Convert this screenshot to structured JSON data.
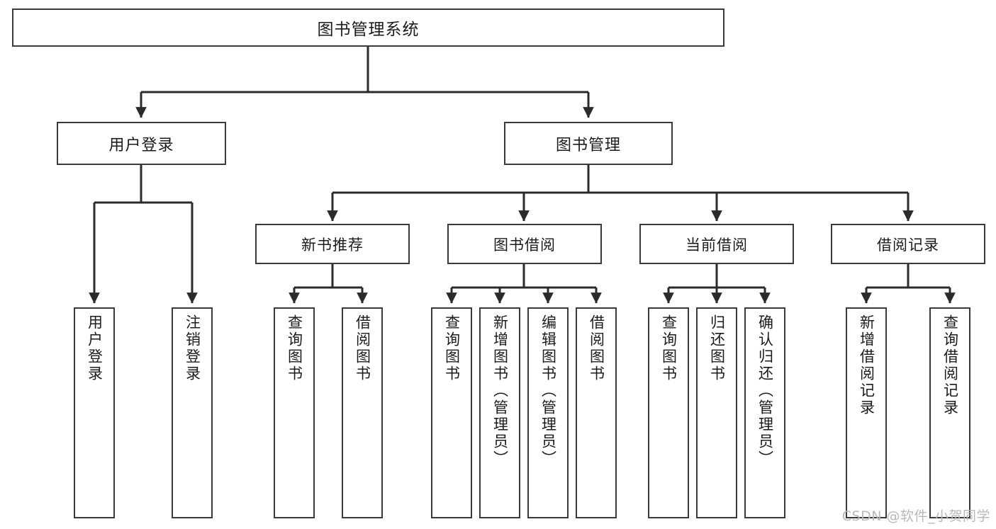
{
  "diagram": {
    "title": "图书管理系统",
    "type": "hierarchy-tree",
    "watermark": "CSDN @软件_小贺同学",
    "colors": {
      "background": "#ffffff",
      "box_border": "#3a3a3a",
      "box_fill": "#ffffff",
      "connector": "#2b2b2b",
      "text": "#1b1b1b",
      "watermark": "#b9b9b9"
    },
    "root": {
      "label": "图书管理系统"
    },
    "level1": [
      {
        "label": "用户登录"
      },
      {
        "label": "图书管理"
      }
    ],
    "level2": [
      {
        "label": "新书推荐"
      },
      {
        "label": "图书借阅"
      },
      {
        "label": "当前借阅"
      },
      {
        "label": "借阅记录"
      }
    ],
    "leaves": {
      "user_login": [
        {
          "label": "用户登录"
        },
        {
          "label": "注销登录"
        }
      ],
      "new_book": [
        {
          "label": "查询图书"
        },
        {
          "label": "借阅图书"
        }
      ],
      "book_borrow": [
        {
          "label": "查询图书"
        },
        {
          "label": "新增图书（管理员）"
        },
        {
          "label": "编辑图书（管理员）"
        },
        {
          "label": "借阅图书"
        }
      ],
      "current_borrow": [
        {
          "label": "查询图书"
        },
        {
          "label": "归还图书"
        },
        {
          "label": "确认归还（管理员）"
        }
      ],
      "borrow_record": [
        {
          "label": "新增借阅记录"
        },
        {
          "label": "查询借阅记录"
        }
      ]
    }
  }
}
